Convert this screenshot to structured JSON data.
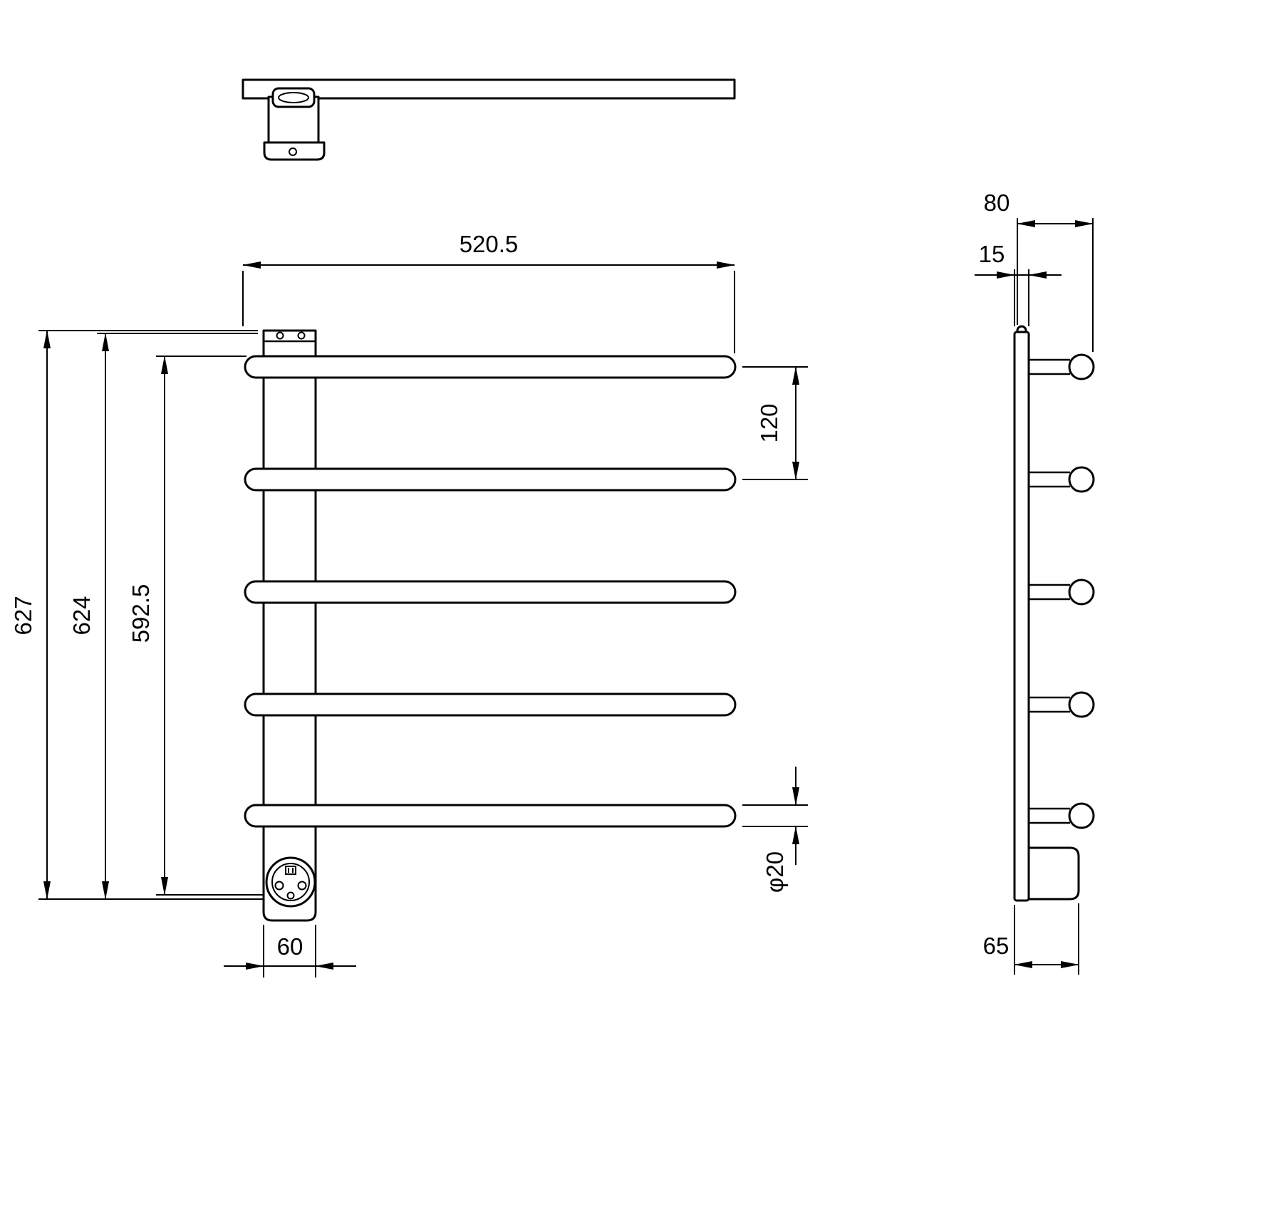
{
  "drawing": {
    "type": "technical-dimension-drawing",
    "subject": "wall-mounted heated towel rail, three orthographic views",
    "colors": {
      "line": "#000000",
      "background": "#ffffff"
    },
    "labels": {
      "width_overall": "520.5",
      "bar_spacing": "120",
      "height_overall": "627",
      "height_rail": "624",
      "height_bars": "592.5",
      "bar_diameter": "φ20",
      "post_width": "60",
      "depth_overall": "80",
      "rail_thickness": "15",
      "bracket_depth": "65"
    }
  }
}
